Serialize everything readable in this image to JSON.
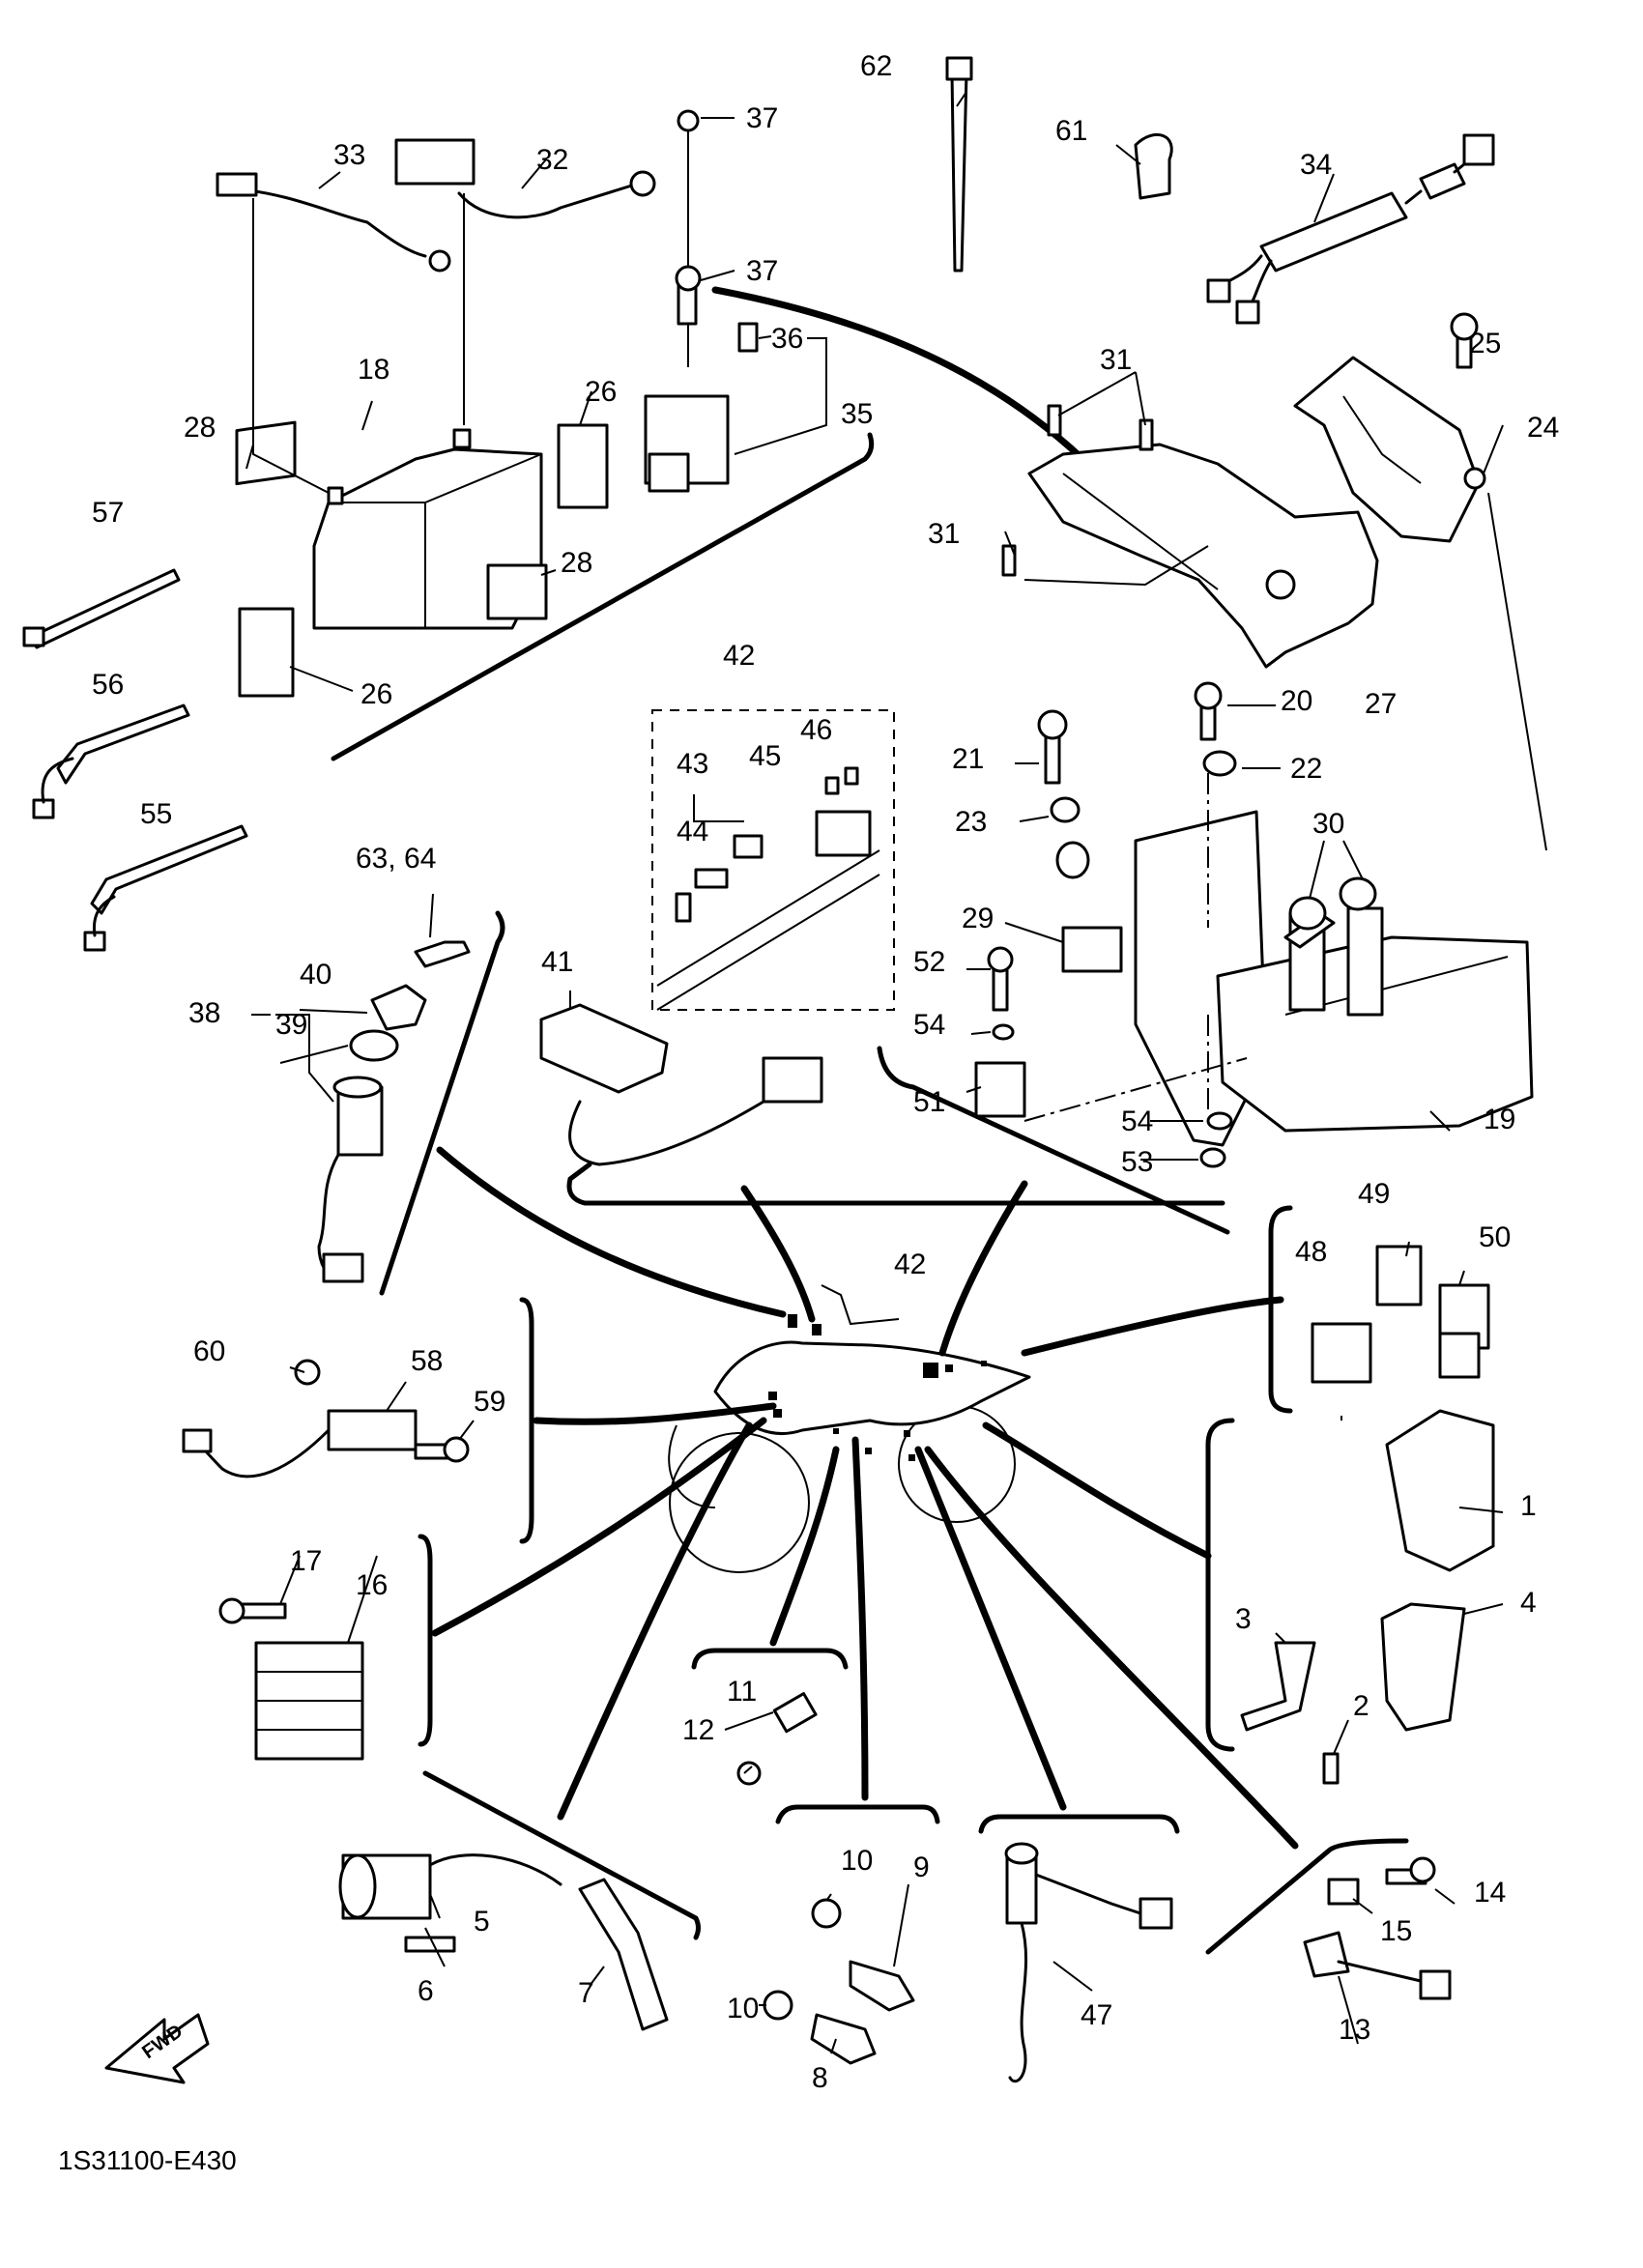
{
  "diagram": {
    "code": "1S31100-E430",
    "fwd_label": "FWD",
    "callouts": {
      "c1": "1",
      "c2": "2",
      "c3": "3",
      "c4": "4",
      "c5": "5",
      "c6": "6",
      "c7": "7",
      "c8": "8",
      "c9": "9",
      "c10a": "10",
      "c10b": "10",
      "c11": "11",
      "c12": "12",
      "c13": "13",
      "c14": "14",
      "c15": "15",
      "c16": "16",
      "c17": "17",
      "c18": "18",
      "c19": "19",
      "c20": "20",
      "c21": "21",
      "c22": "22",
      "c23": "23",
      "c24": "24",
      "c25": "25",
      "c26a": "26",
      "c26b": "26",
      "c27": "27",
      "c28a": "28",
      "c28b": "28",
      "c29": "29",
      "c30": "30",
      "c31a": "31",
      "c31b": "31",
      "c32": "32",
      "c33": "33",
      "c34": "34",
      "c35": "35",
      "c36": "36",
      "c37a": "37",
      "c37b": "37",
      "c38": "38",
      "c39": "39",
      "c40": "40",
      "c41": "41",
      "c42a": "42",
      "c42b": "42",
      "c43": "43",
      "c44": "44",
      "c45": "45",
      "c46": "46",
      "c47": "47",
      "c48": "48",
      "c49": "49",
      "c50": "50",
      "c51": "51",
      "c52": "52",
      "c53": "53",
      "c54a": "54",
      "c54b": "54",
      "c55": "55",
      "c56": "56",
      "c57": "57",
      "c58": "58",
      "c59": "59",
      "c60": "60",
      "c61": "61",
      "c62": "62",
      "c6364": "63, 64"
    }
  }
}
